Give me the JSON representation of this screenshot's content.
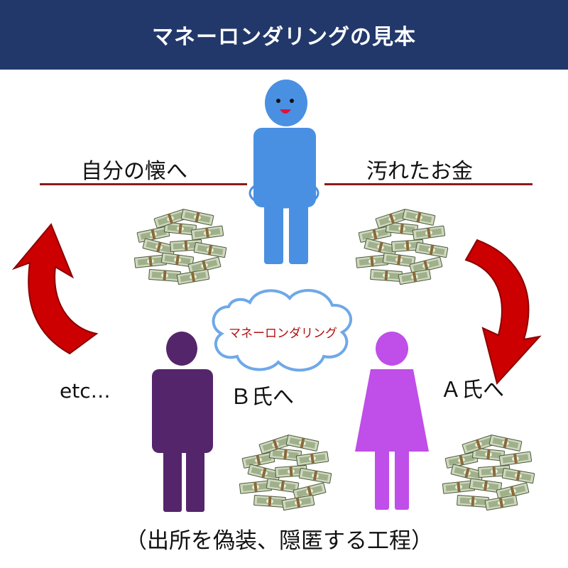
{
  "header": {
    "title": "マネーロンダリングの見本"
  },
  "labels": {
    "to_self": "自分の懐へ",
    "dirty_money": "汚れたお金",
    "etc": "etc…",
    "to_b": "Ｂ氏へ",
    "to_a": "Ａ氏へ",
    "process": "（出所を偽装、隠匿する工程）"
  },
  "cloud": {
    "label": "マネーロンダリング"
  },
  "colors": {
    "header_bg": "#22386a",
    "person_center": "#4a90e2",
    "person_b": "#55256b",
    "person_a": "#c04ee8",
    "arrow": "#cc0000",
    "rule": "#8b1a1a",
    "cloud_stroke": "#6fa8e8"
  },
  "icons": [
    "person-icon",
    "money-stack-icon",
    "curved-arrow-icon",
    "cloud-icon"
  ]
}
